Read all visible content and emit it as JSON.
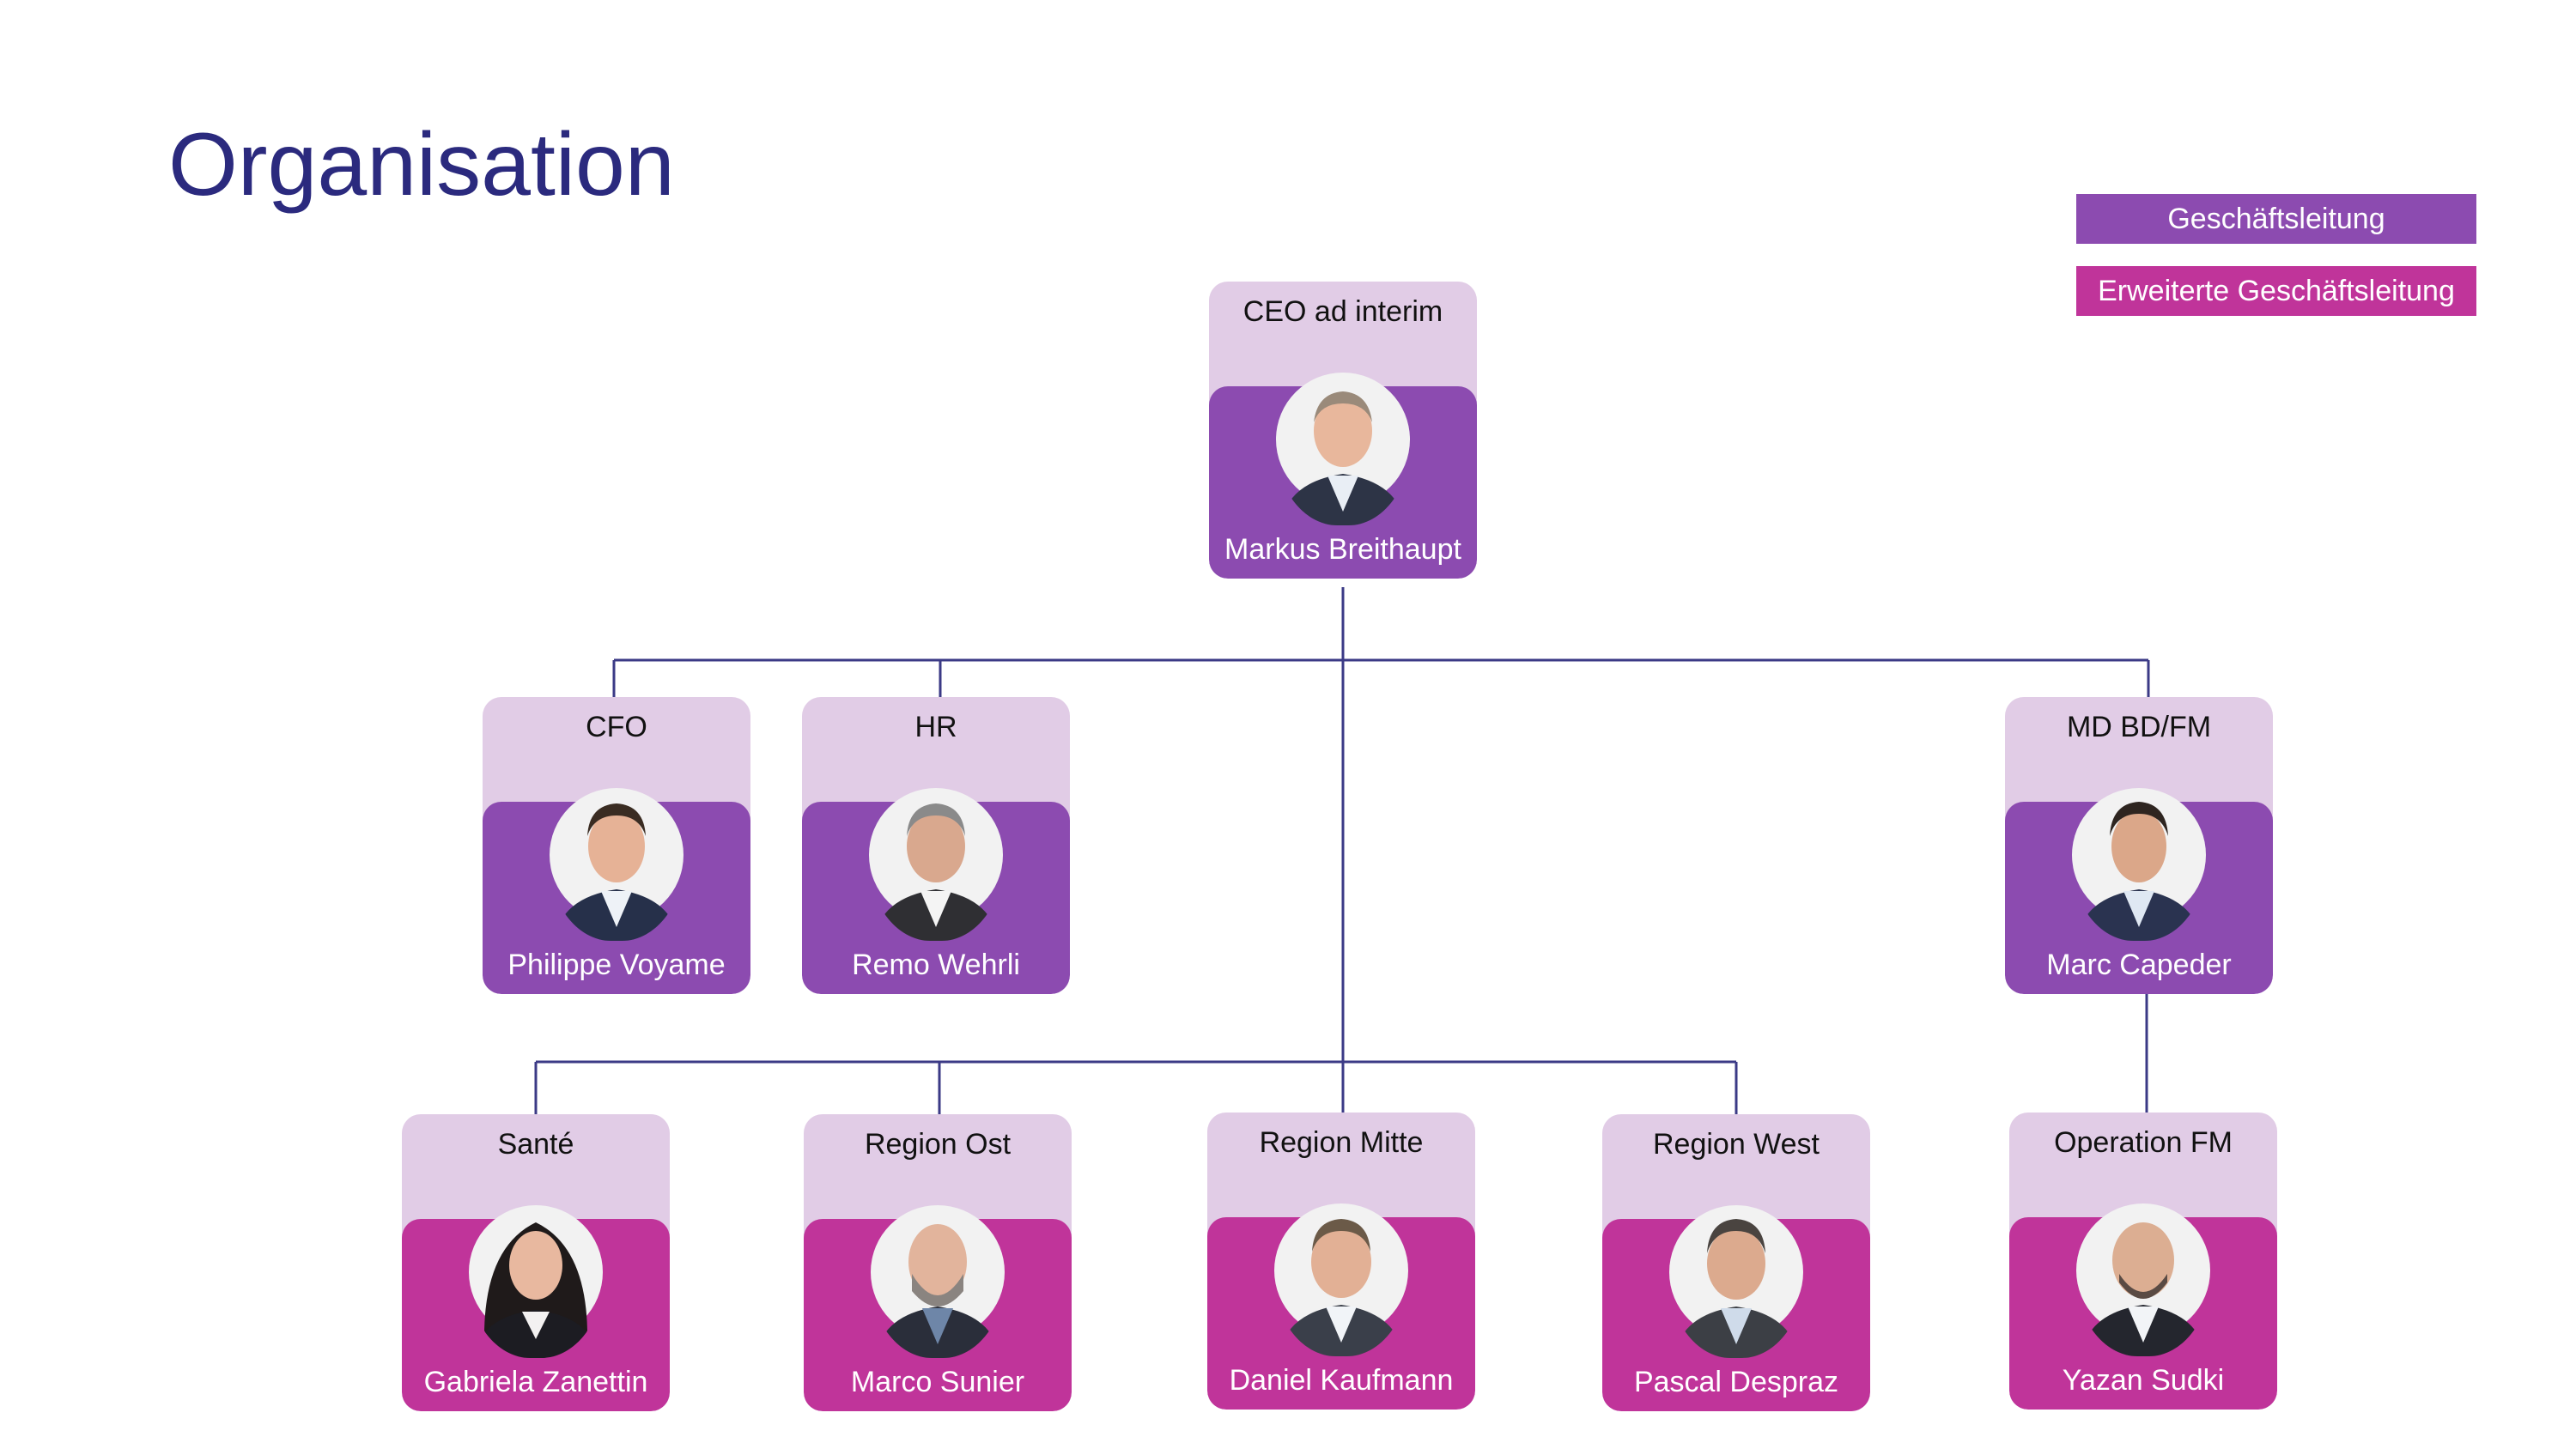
{
  "slide": {
    "title": "Organisation"
  },
  "legend": {
    "management": "Geschäftsleitung",
    "extended_management": "Erweiterte Geschäftsleitung"
  },
  "colors": {
    "title": "#2b2a7e",
    "management": "#8c4bb0",
    "extended_management": "#c0349a",
    "card_top": "#e1cce6",
    "connector": "#3b3a86"
  },
  "org": {
    "ceo": {
      "role": "CEO ad interim",
      "name": "Markus Breithaupt"
    },
    "cfo": {
      "role": "CFO",
      "name": "Philippe Voyame"
    },
    "hr": {
      "role": "HR",
      "name": "Remo Wehrli"
    },
    "md": {
      "role": "MD BD/FM",
      "name": "Marc Capeder"
    },
    "sante": {
      "role": "Santé",
      "name": "Gabriela Zanettin"
    },
    "ost": {
      "role": "Region Ost",
      "name": "Marco Sunier"
    },
    "mitte": {
      "role": "Region Mitte",
      "name": "Daniel Kaufmann"
    },
    "west": {
      "role": "Region West",
      "name": "Pascal Despraz"
    },
    "opfm": {
      "role": "Operation FM",
      "name": "Yazan Sudki"
    }
  }
}
